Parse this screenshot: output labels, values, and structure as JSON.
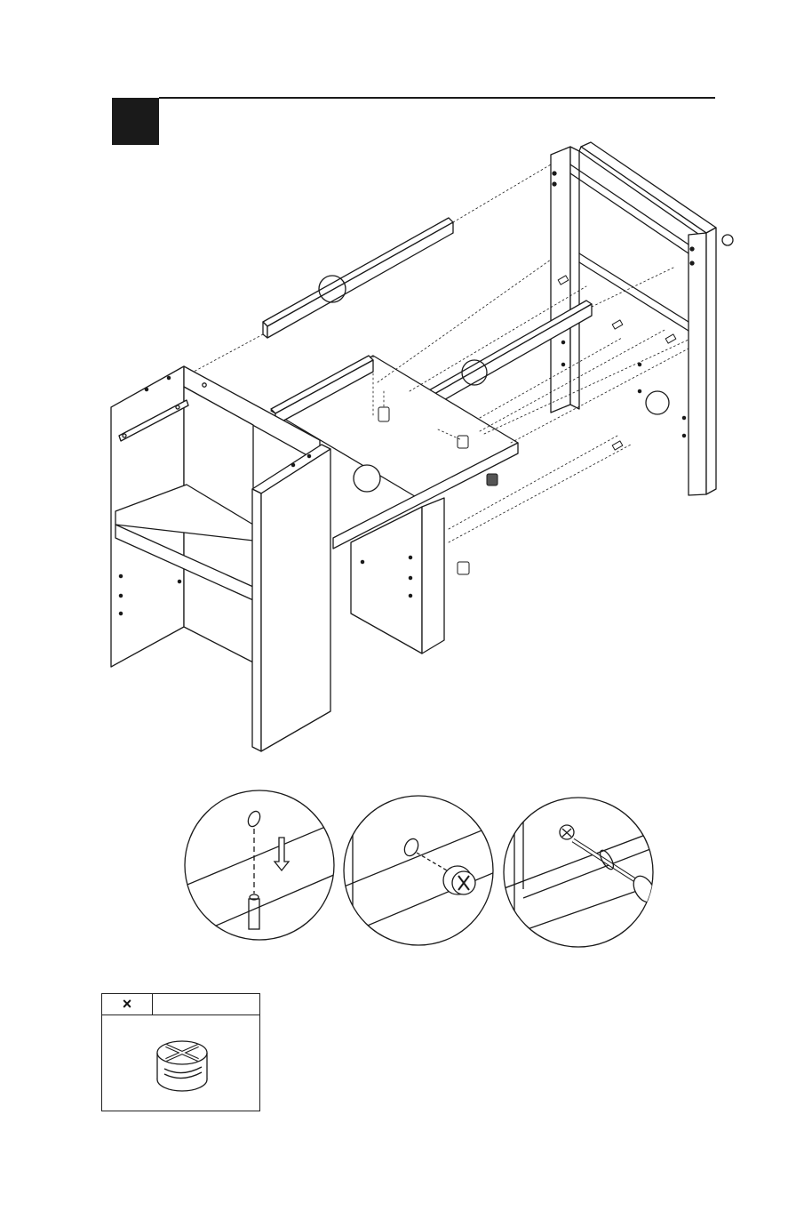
{
  "step": {
    "number": ""
  },
  "parts": {
    "quantity_prefix": "×",
    "quantity": "",
    "label": ""
  },
  "details": [
    {
      "name": "insert-dowel-detail",
      "icon": "dowel-insert-icon"
    },
    {
      "name": "place-cam-lock-detail",
      "icon": "cam-lock-insert-icon"
    },
    {
      "name": "tighten-cam-lock-detail",
      "icon": "screwdriver-tighten-icon"
    }
  ],
  "colors": {
    "line": "#1a1a1a",
    "paper": "#ffffff",
    "shade": "#d9d9d9"
  }
}
